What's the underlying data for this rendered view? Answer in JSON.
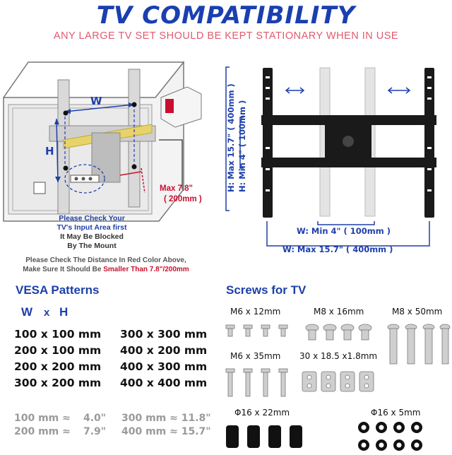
{
  "header": {
    "title": "TV  COMPATIBILITY",
    "subtitle": "ANY LARGE TV SET SHOULD BE KEPT STATIONARY WHEN IN USE"
  },
  "diagram_left": {
    "w_label": "W",
    "h_label": "H",
    "max_distance": "Max  7.8\"",
    "max_distance_mm": "( 200mm )",
    "input_note": [
      "Please Check Your",
      "TV's Input Area first",
      "It May Be Blocked",
      "By The Mount"
    ],
    "distance_note_line1": "Please Check The Distance In Red Color Above,",
    "distance_note_prefix": "Make Sure It Should Be ",
    "distance_note_highlight": "Smaller Than 7.8\"",
    "distance_note_suffix": "/200mm"
  },
  "diagram_right": {
    "h_max": "H:  Max  15.7\" ( 400mm )",
    "h_min": "H:  Min  4\" ( 100mm )",
    "w_min": "W:  Min  4\" ( 100mm )",
    "w_max": "W:  Max  15.7\" ( 400mm )"
  },
  "vesa": {
    "heading": "VESA Patterns",
    "w": "W",
    "x": "x",
    "h": "H",
    "patterns": [
      [
        "100 x 100 mm",
        "300 x 300 mm"
      ],
      [
        "200 x 100 mm",
        "400 x 200 mm"
      ],
      [
        "200 x 200 mm",
        "400 x 300 mm"
      ],
      [
        "300 x 200 mm",
        "400 x 400 mm"
      ]
    ],
    "conversions": [
      [
        "100 mm ≈",
        "4.0\"",
        "300 mm ≈ 11.8\""
      ],
      [
        "200 mm ≈",
        "7.9\"",
        "400 mm ≈ 15.7\""
      ]
    ]
  },
  "screws": {
    "heading": "Screws for TV",
    "items": [
      "M6 x 12mm",
      "M8 x 16mm",
      "M8 x 50mm",
      "M6 x 35mm",
      "30 x 18.5 x1.8mm",
      "Φ16 x 22mm",
      "Φ16 x 5mm"
    ]
  },
  "colors": {
    "brand_blue": "#1a3fb0",
    "accent_red": "#c8102e",
    "subtitle_pink": "#e05a70"
  }
}
